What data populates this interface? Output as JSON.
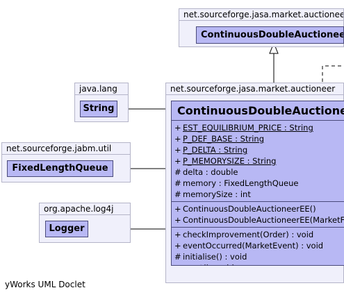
{
  "top_package": {
    "name": "net.sourceforge.jasa.market.auctioneer",
    "class": "ContinuousDoubleAuctioneer"
  },
  "main_package": {
    "name": "net.sourceforge.jasa.market.auctioneer"
  },
  "main_class": {
    "name": "ContinuousDoubleAuctioneerEE",
    "attributes": [
      {
        "vis": "+",
        "text": "EST_EQUILIBRIUM_PRICE : String",
        "static": true
      },
      {
        "vis": "+",
        "text": "P_DEF_BASE : String",
        "static": true
      },
      {
        "vis": "+",
        "text": "P_DELTA : String",
        "static": true
      },
      {
        "vis": "+",
        "text": "P_MEMORYSIZE : String",
        "static": true
      },
      {
        "vis": "#",
        "text": "delta : double",
        "static": false
      },
      {
        "vis": "#",
        "text": "memory : FixedLengthQueue",
        "static": false
      },
      {
        "vis": "#",
        "text": "memorySize : int",
        "static": false
      }
    ],
    "constructors": [
      {
        "vis": "+",
        "text": "ContinuousDoubleAuctioneerEE()"
      },
      {
        "vis": "+",
        "text": "ContinuousDoubleAuctioneerEE(MarketFacade)"
      }
    ],
    "methods": [
      {
        "vis": "+",
        "text": "checkImprovement(Order) : void"
      },
      {
        "vis": "+",
        "text": "eventOccurred(MarketEvent) : void"
      },
      {
        "vis": "#",
        "text": "initialise() : void"
      },
      {
        "vis": "+",
        "text": "reset() : void"
      }
    ]
  },
  "java_lang": {
    "name": "java.lang",
    "class": "String"
  },
  "jabm_util": {
    "name": "net.sourceforge.jabm.util",
    "class": "FixedLengthQueue"
  },
  "log4j": {
    "name": "org.apache.log4j",
    "class": "Logger"
  },
  "footer": "yWorks UML Doclet"
}
